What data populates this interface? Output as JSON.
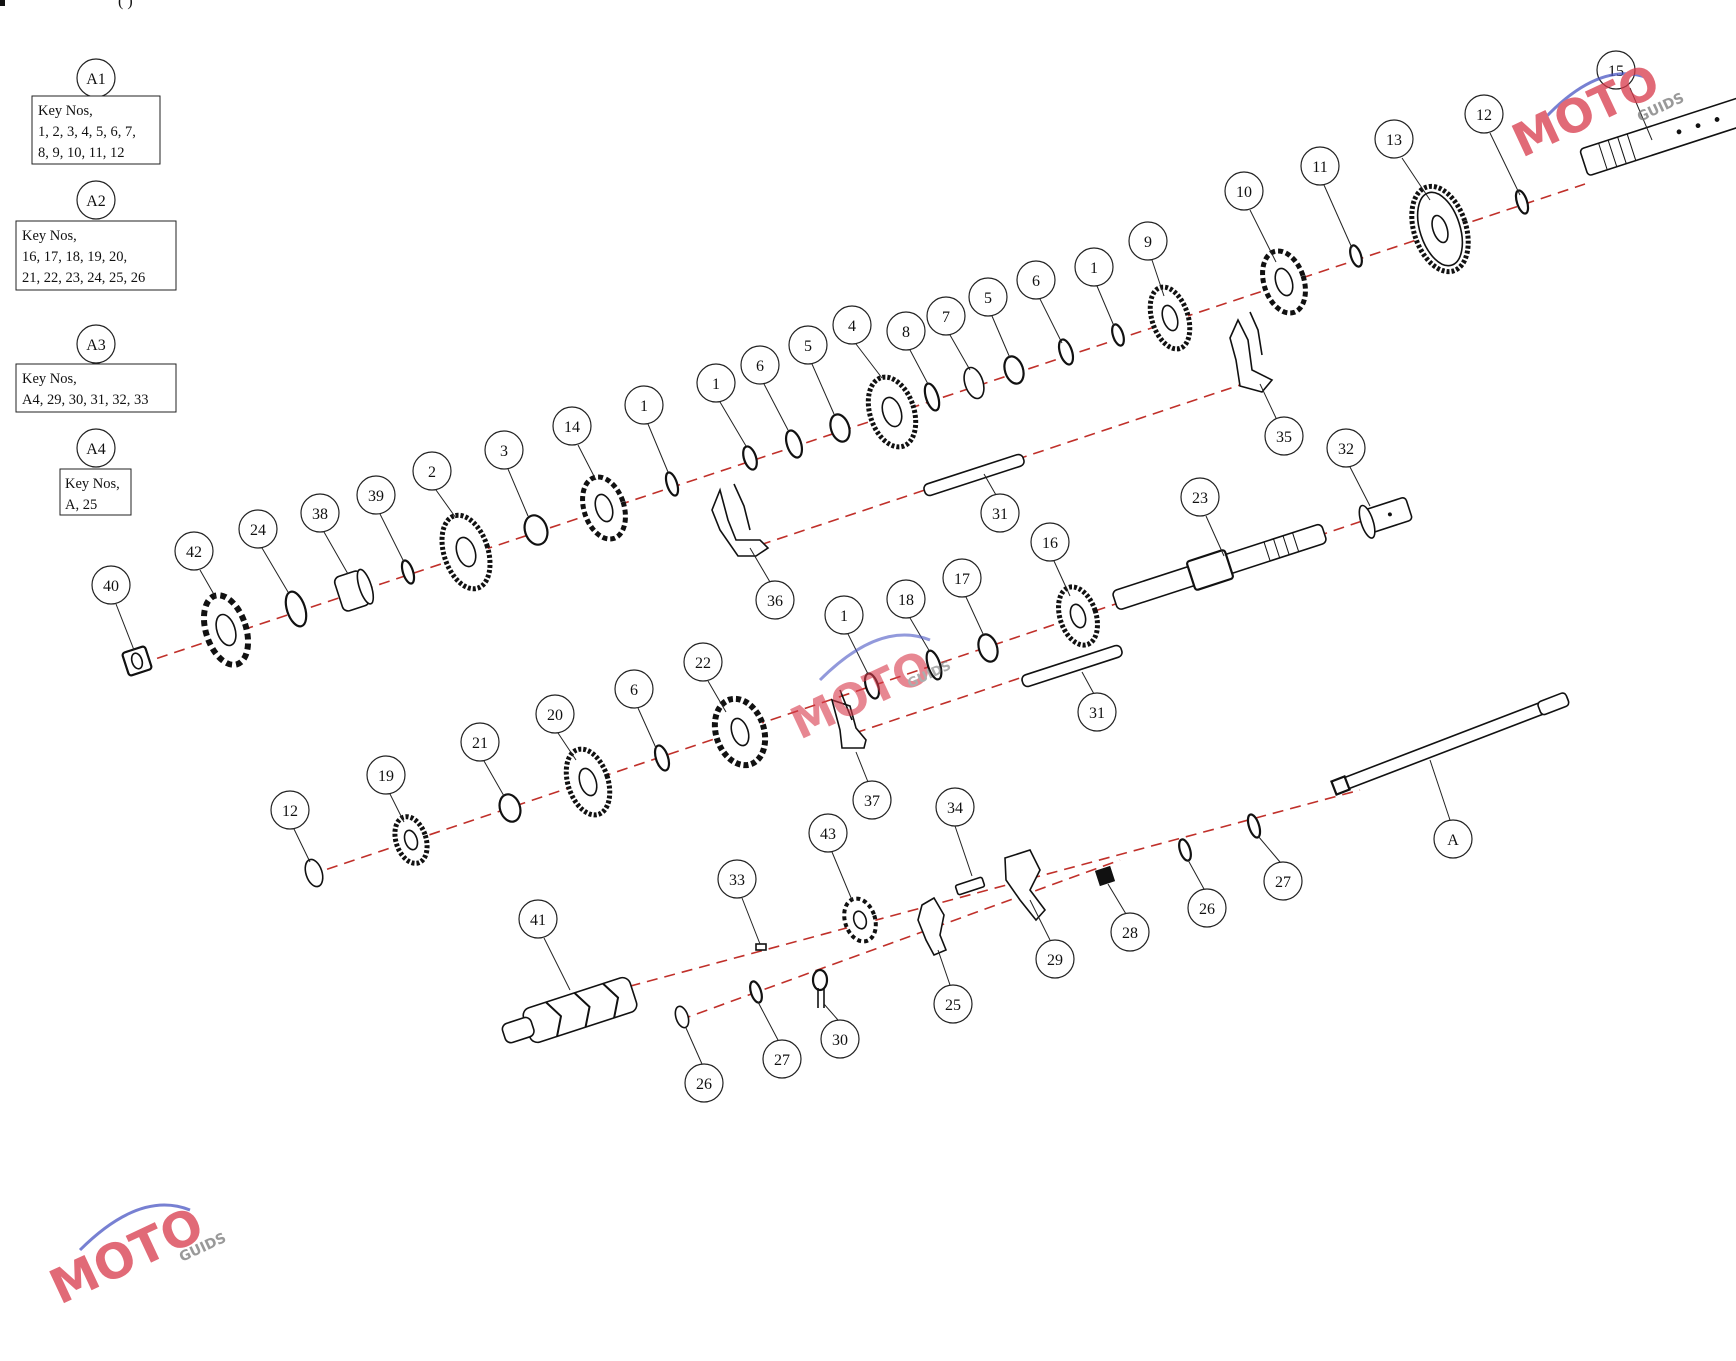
{
  "header_fragment": "(                              )",
  "key_groups": [
    {
      "id": "A1",
      "lines": [
        "Key Nos,",
        "1, 2, 3, 4, 5, 6, 7,",
        "8, 9, 10, 11, 12"
      ]
    },
    {
      "id": "A2",
      "lines": [
        "Key Nos,",
        "16, 17, 18, 19, 20,",
        "21, 22, 23, 24, 25, 26"
      ]
    },
    {
      "id": "A3",
      "lines": [
        "Key Nos,",
        "A4, 29, 30, 31, 32, 33"
      ]
    },
    {
      "id": "A4",
      "lines": [
        "Key Nos,",
        "A, 25"
      ]
    }
  ],
  "callouts": [
    "15",
    "12",
    "13",
    "11",
    "10",
    "9",
    "1",
    "6",
    "5",
    "7",
    "8",
    "4",
    "5",
    "6",
    "1",
    "1",
    "14",
    "3",
    "2",
    "39",
    "38",
    "24",
    "42",
    "40",
    "35",
    "31",
    "36",
    "32",
    "23",
    "16",
    "17",
    "18",
    "1",
    "22",
    "6",
    "20",
    "21",
    "19",
    "12",
    "31",
    "37",
    "A",
    "34",
    "43",
    "33",
    "41",
    "29",
    "28",
    "26",
    "27",
    "25",
    "30",
    "27",
    "26"
  ],
  "watermark": {
    "brand": "MOTO",
    "sub": "GUIDS",
    "colors": {
      "red": "#d8394a",
      "blue": "#4a56c4",
      "gray": "#777777"
    }
  }
}
